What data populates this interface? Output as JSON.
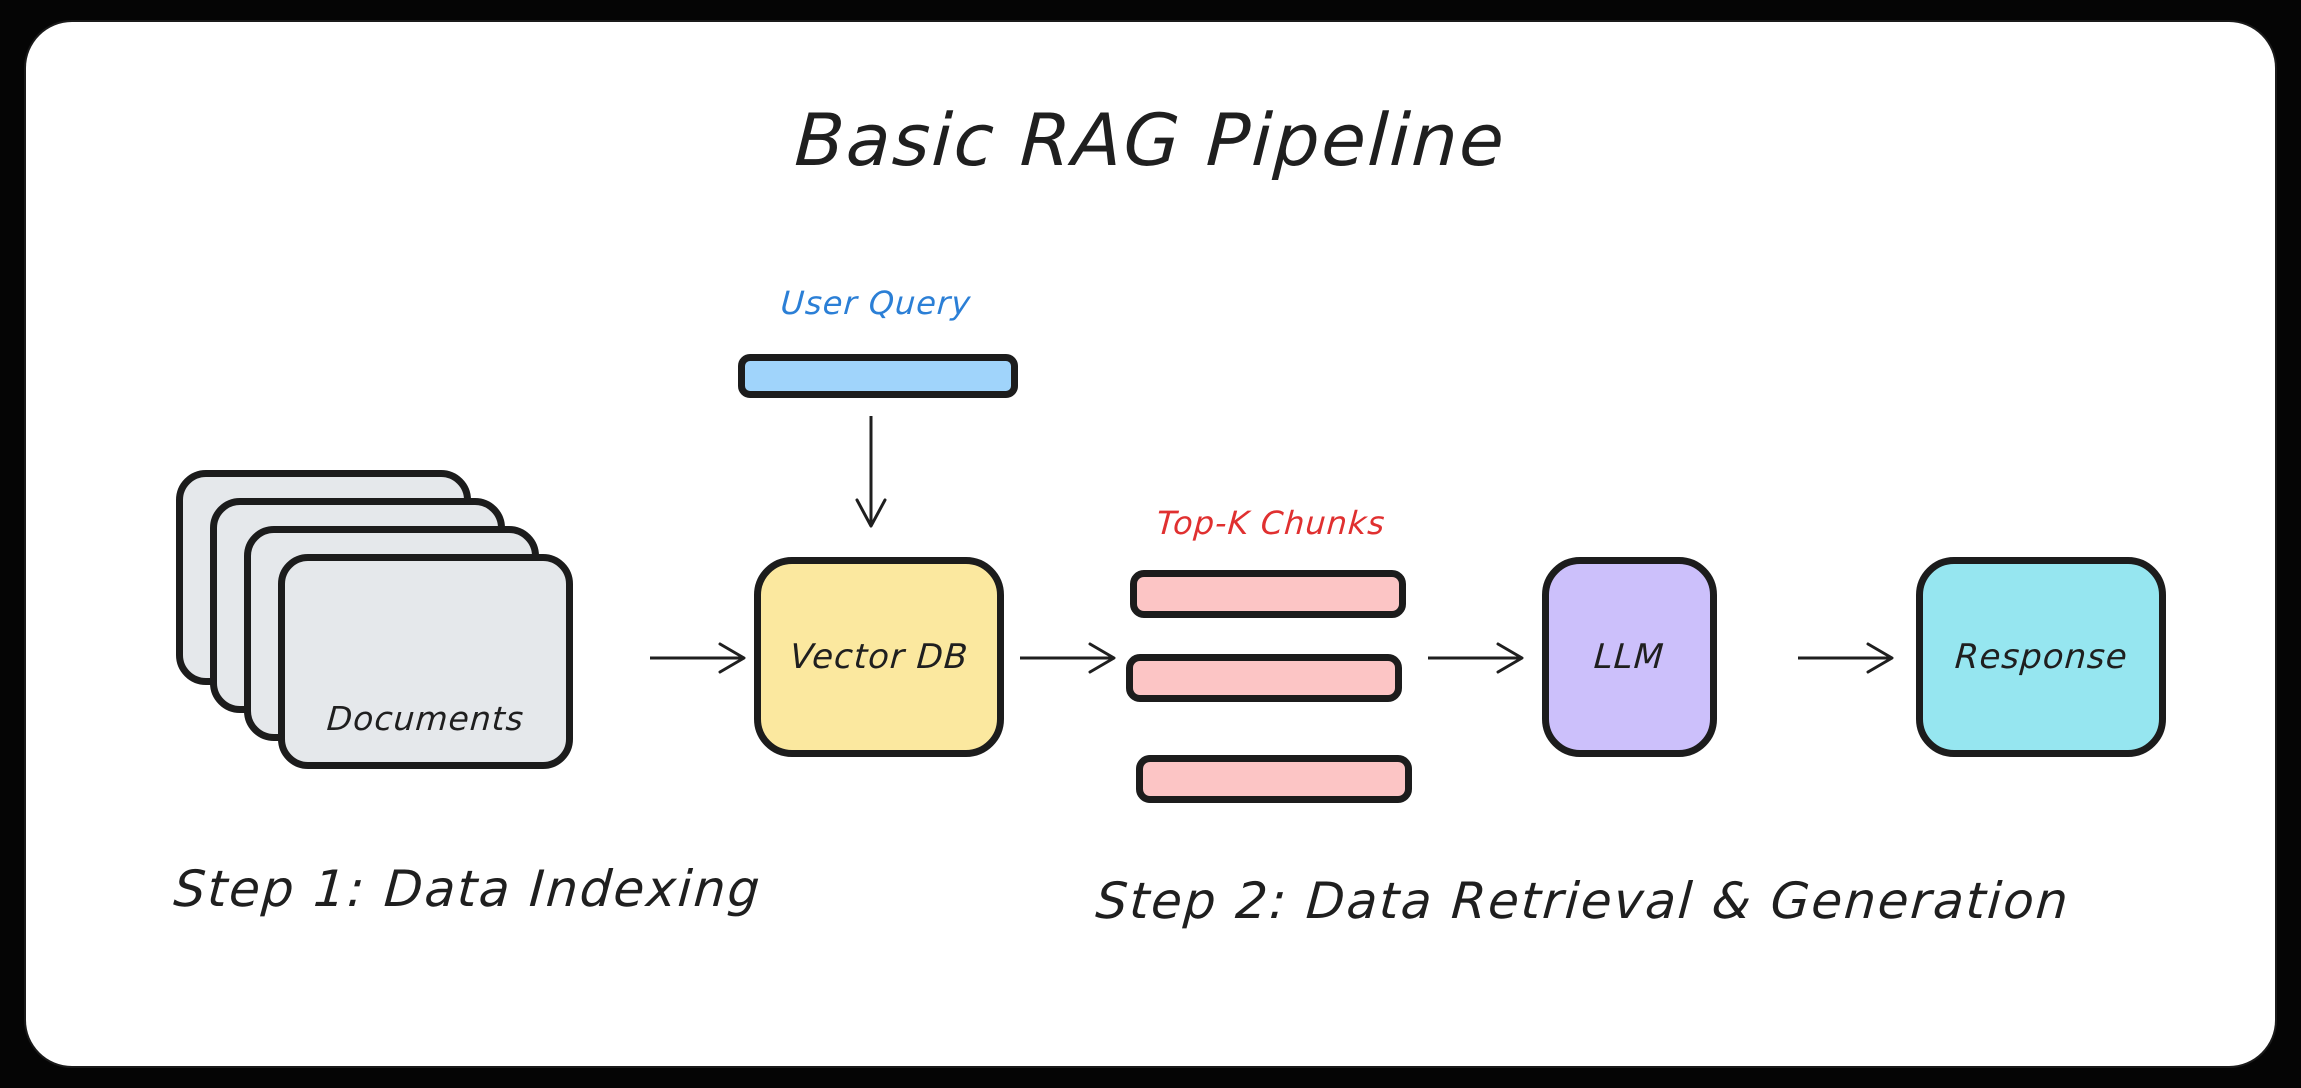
{
  "diagram": {
    "title": "Basic RAG Pipeline",
    "background_color": "#000000",
    "card_color": "#ffffff"
  },
  "nodes": {
    "documents": {
      "label": "Documents",
      "fill": "#e5e8eb",
      "stroke": "#1c1c1c",
      "card_count": 4
    },
    "user_query": {
      "label": "User Query",
      "label_color": "#2b7fd6",
      "fill": "#a0d4fb",
      "stroke": "#1c1c1c"
    },
    "vector_db": {
      "label": "Vector DB",
      "fill": "#fbe89f",
      "stroke": "#1c1c1c"
    },
    "chunks": {
      "label": "Top-K Chunks",
      "label_color": "#e03030",
      "fill": "#fcc5c5",
      "stroke": "#1c1c1c",
      "bar_count": 3
    },
    "llm": {
      "label": "LLM",
      "fill": "#ccc0fb",
      "stroke": "#1c1c1c"
    },
    "response": {
      "label": "Response",
      "fill": "#96e6f0",
      "stroke": "#1c1c1c"
    }
  },
  "steps": {
    "step_1": "Step 1: Data Indexing",
    "step_2": "Step 2: Data Retrieval & Generation"
  },
  "arrows": [
    {
      "name": "query-to-vectordb",
      "direction": "down",
      "from": "user_query",
      "to": "vector_db"
    },
    {
      "name": "documents-to-vectordb",
      "direction": "right",
      "from": "documents",
      "to": "vector_db"
    },
    {
      "name": "vectordb-to-chunks",
      "direction": "right",
      "from": "vector_db",
      "to": "chunks"
    },
    {
      "name": "chunks-to-llm",
      "direction": "right",
      "from": "chunks",
      "to": "llm"
    },
    {
      "name": "llm-to-response",
      "direction": "right",
      "from": "llm",
      "to": "response"
    }
  ]
}
